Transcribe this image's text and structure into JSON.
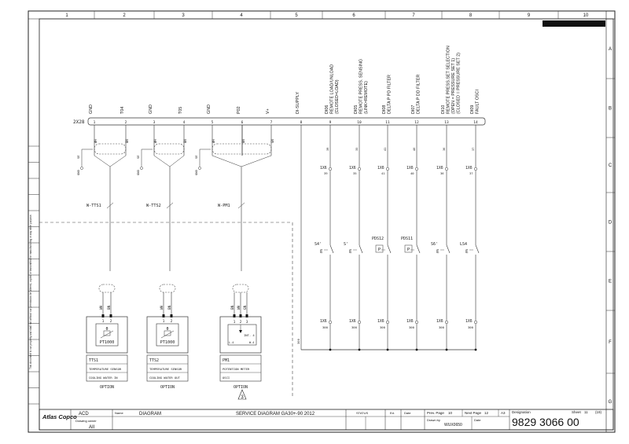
{
  "columns": [
    "1",
    "2",
    "3",
    "4",
    "5",
    "6",
    "7",
    "8",
    "9",
    "10"
  ],
  "rows": [
    "A",
    "B",
    "C",
    "D",
    "E",
    "F",
    "G"
  ],
  "connector": {
    "name": "2X28",
    "pins": [
      "1",
      "2",
      "3",
      "4",
      "5",
      "6",
      "7",
      "8",
      "9",
      "10",
      "11",
      "12",
      "13",
      "14"
    ],
    "signals": [
      {
        "label": "GND"
      },
      {
        "label": "T04"
      },
      {
        "label": "GND"
      },
      {
        "label": "T05"
      },
      {
        "label": "GND"
      },
      {
        "label": "P02"
      },
      {
        "label": "V+"
      },
      {
        "label": "DI-SUPPLY"
      },
      {
        "label": "DI06",
        "desc1": "REMOTE LOAD/UNLOAD",
        "desc2": "(CLOSED=LOAD)"
      },
      {
        "label": "DI05",
        "desc1": "REMOTE PRESS. SENSING",
        "desc2": "(LINK=REMOTE)"
      },
      {
        "label": "DI08",
        "desc1": "DELTA P PD FILTER"
      },
      {
        "label": "DI07",
        "desc1": "DELTA P DD FILTER"
      },
      {
        "label": "DI10",
        "desc1": "REMOTE PRESS.SET SELECTION",
        "desc2": "(OPEN = PRESSURE SET 1)",
        "desc3": "(CLOSED = PRESSURE SET 2)"
      },
      {
        "label": "DI09",
        "desc1": "FAULT OSCI"
      }
    ]
  },
  "wire_colors": [
    "WH",
    "BN",
    "WH",
    "BN",
    "WH",
    "BN",
    "GN"
  ],
  "cables": [
    "W-TTS1",
    "W-TTS2",
    "W-PM1"
  ],
  "terminal_numbers": [
    "39",
    "35",
    "41",
    "40",
    "36",
    "37"
  ],
  "terminal_tags": [
    "1X6",
    "1X6",
    "1X6",
    "1X6",
    "1X6",
    "1X6"
  ],
  "bottom_terminal_number": "300",
  "switches": [
    "S4'",
    "S'",
    "PDS12",
    "PDS11",
    "S6'",
    "LS4"
  ],
  "pressure_symbol": "P",
  "side_labels": [
    "SE",
    "SE",
    "SE"
  ],
  "ground_labels": [
    "GND",
    "GND",
    "GND"
  ],
  "sensors": [
    {
      "id": "PT1000",
      "tag": "TTS1",
      "desc1": "TEMPERATURE SENSOR",
      "desc2": "COOLING WATER IN",
      "option": "OPTION",
      "wires": [
        "WH",
        "BN"
      ]
    },
    {
      "id": "PT1000",
      "tag": "TTS2",
      "desc1": "TEMPERATURE SENSOR",
      "desc2": "COOLING WATER OUT",
      "option": "OPTION",
      "wires": [
        "WH",
        "BN"
      ]
    },
    {
      "tag": "PM1",
      "desc1": "POTENTION METER",
      "desc2": "OSCI",
      "option": "OPTION",
      "wires": [
        "BN",
        "WH",
        "GN"
      ],
      "inner": "INT. 4",
      "corner_left": "L-4",
      "corner_right": "W-4"
    }
  ],
  "note_ref": "3",
  "terminal_pair": [
    "1",
    "2"
  ],
  "pot_pins": [
    "1",
    "2",
    "3"
  ],
  "side_note": "This document is our property and shall not without our permission be altered, copied or transmitted for manufacturing or any other purpose.",
  "title_block": {
    "logo": "Atlas Copco",
    "company": "ACD",
    "drawing_owner_label": "Drawing owner",
    "drawing_owner": "AII",
    "name_label": "Name",
    "name": "DIAGRAM",
    "title": "SERVICE DIAGRAM GA30+-90 2012",
    "status_label": "STATUS",
    "ed_label": "Ed.",
    "date_label": "Date",
    "prev_page_label": "Prev. Page",
    "prev_page": "10",
    "next_page_label": "Next Page",
    "next_page": "12",
    "format": "A3",
    "drawn_by_label": "Drawn by",
    "drawn_by": "WUX0650",
    "date2_label": "Date",
    "designation_label": "Designation",
    "designation": "9829 3066 00",
    "sheet_label": "Sheet",
    "sheet": "11",
    "sheet_total": "(19)"
  }
}
